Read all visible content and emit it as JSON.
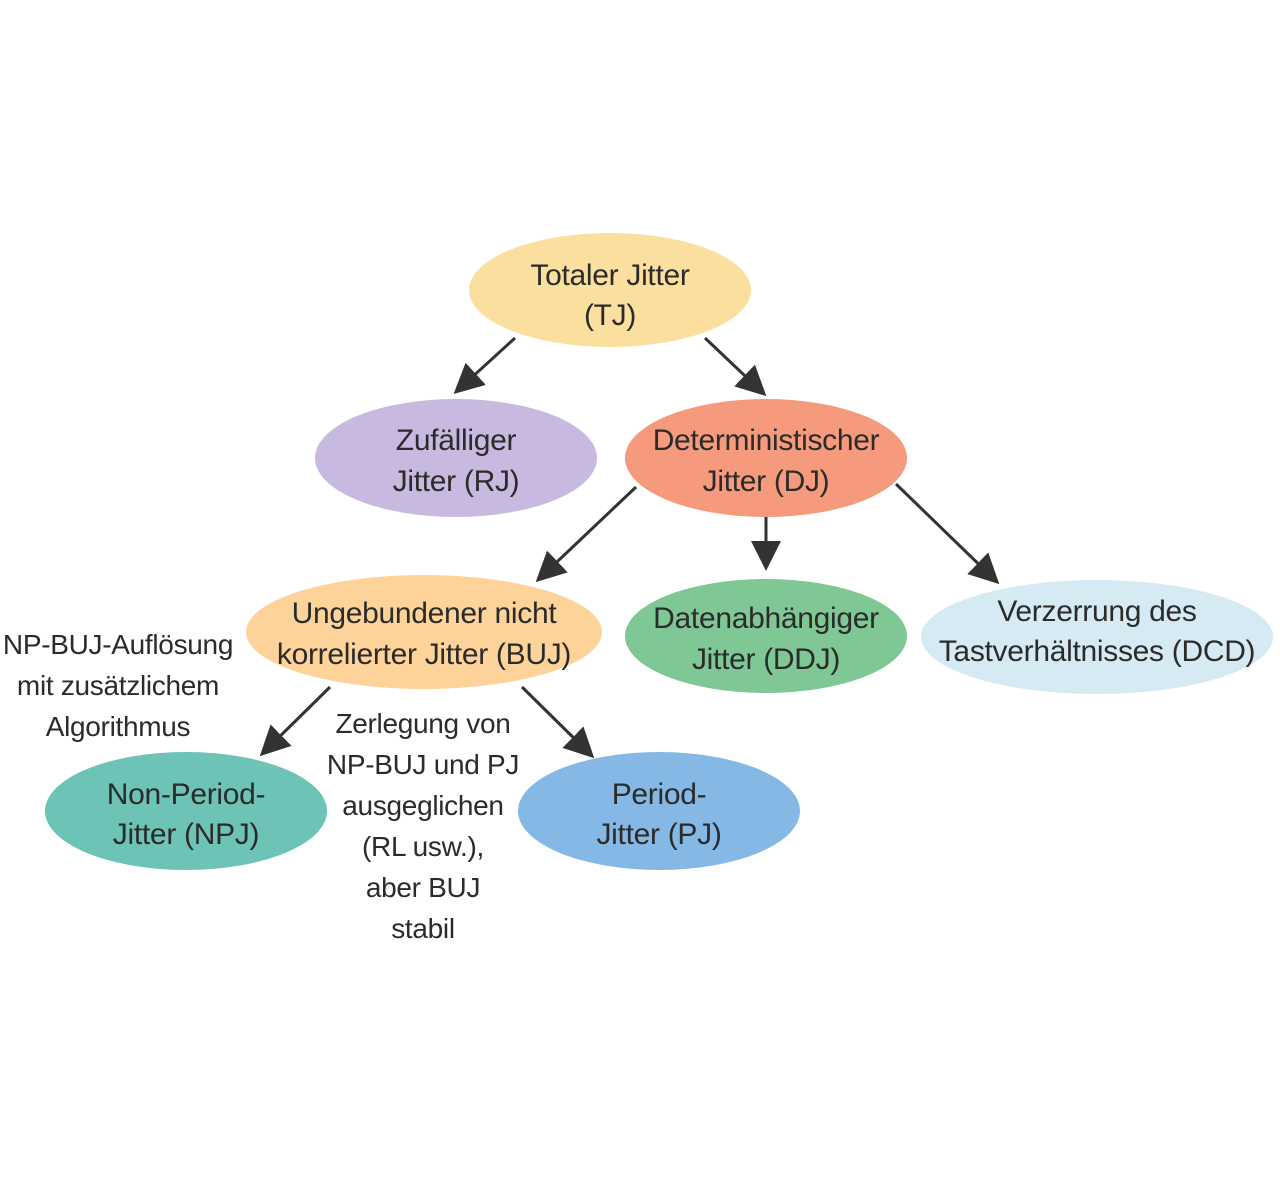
{
  "colors": {
    "tj": "#fbdf9e",
    "rj": "#c7b9df",
    "dj": "#f59a7c",
    "buj": "#fdd39a",
    "ddj": "#7fc794",
    "dcd": "#d5eaf2",
    "npj": "#6cc3b6",
    "pj": "#86b8e6",
    "arrow": "#333333"
  },
  "nodes": {
    "tj": {
      "line1": "Totaler Jitter",
      "line2": "(TJ)"
    },
    "rj": {
      "line1": "Zufälliger",
      "line2": "Jitter (RJ)"
    },
    "dj": {
      "line1": "Deterministischer",
      "line2": "Jitter (DJ)"
    },
    "buj": {
      "line1": "Ungebundener nicht",
      "line2": "korrelierter Jitter (BUJ)"
    },
    "ddj": {
      "line1": "Datenabhängiger",
      "line2": "Jitter (DDJ)"
    },
    "dcd": {
      "line1": "Verzerrung des",
      "line2": "Tastverhältnisses (DCD)"
    },
    "npj": {
      "line1": "Non-Period-",
      "line2": "Jitter (NPJ)"
    },
    "pj": {
      "line1": "Period-",
      "line2": "Jitter (PJ)"
    }
  },
  "notes": {
    "left": [
      "NP-BUJ-Auflösung",
      "mit zusätzlichem",
      "Algorithmus"
    ],
    "center": [
      "Zerlegung von",
      "NP-BUJ und PJ",
      "ausgeglichen",
      "(RL usw.),",
      "aber BUJ",
      "stabil"
    ]
  }
}
